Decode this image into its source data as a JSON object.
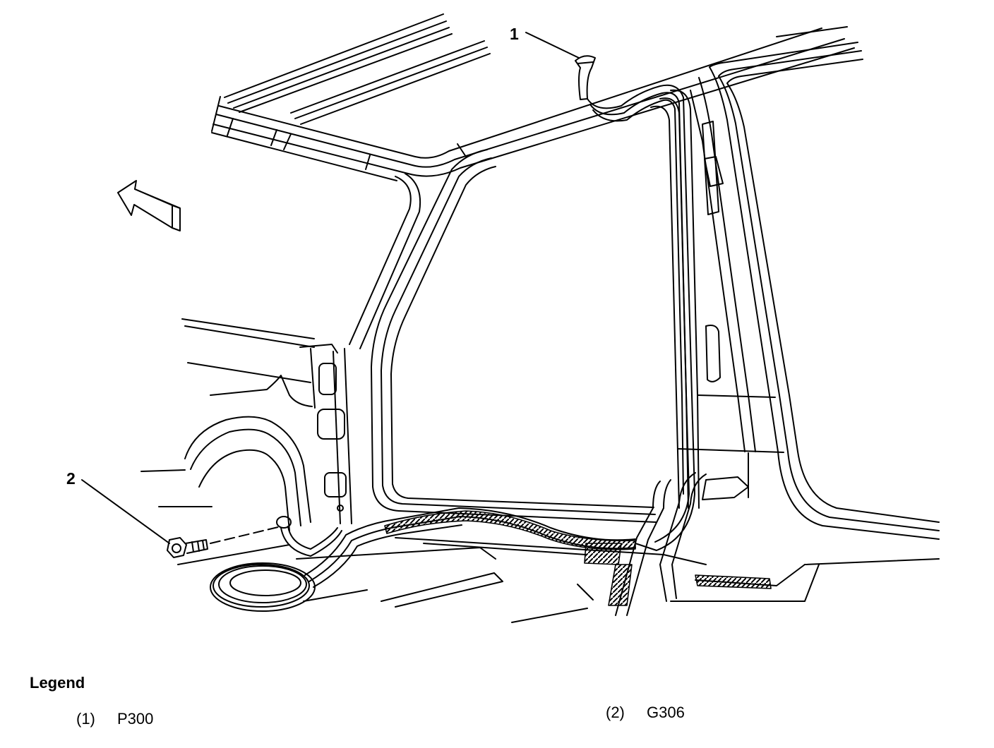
{
  "colors": {
    "line": "#000000",
    "background": "#ffffff"
  },
  "icons": {
    "direction_arrow": "front-direction-arrow-icon"
  },
  "diagram": {
    "callouts": [
      {
        "label": "1"
      },
      {
        "label": "2"
      }
    ]
  },
  "legend": {
    "title": "Legend",
    "items": [
      {
        "number": "(1)",
        "code": "P300"
      },
      {
        "number": "(2)",
        "code": "G306"
      }
    ]
  }
}
